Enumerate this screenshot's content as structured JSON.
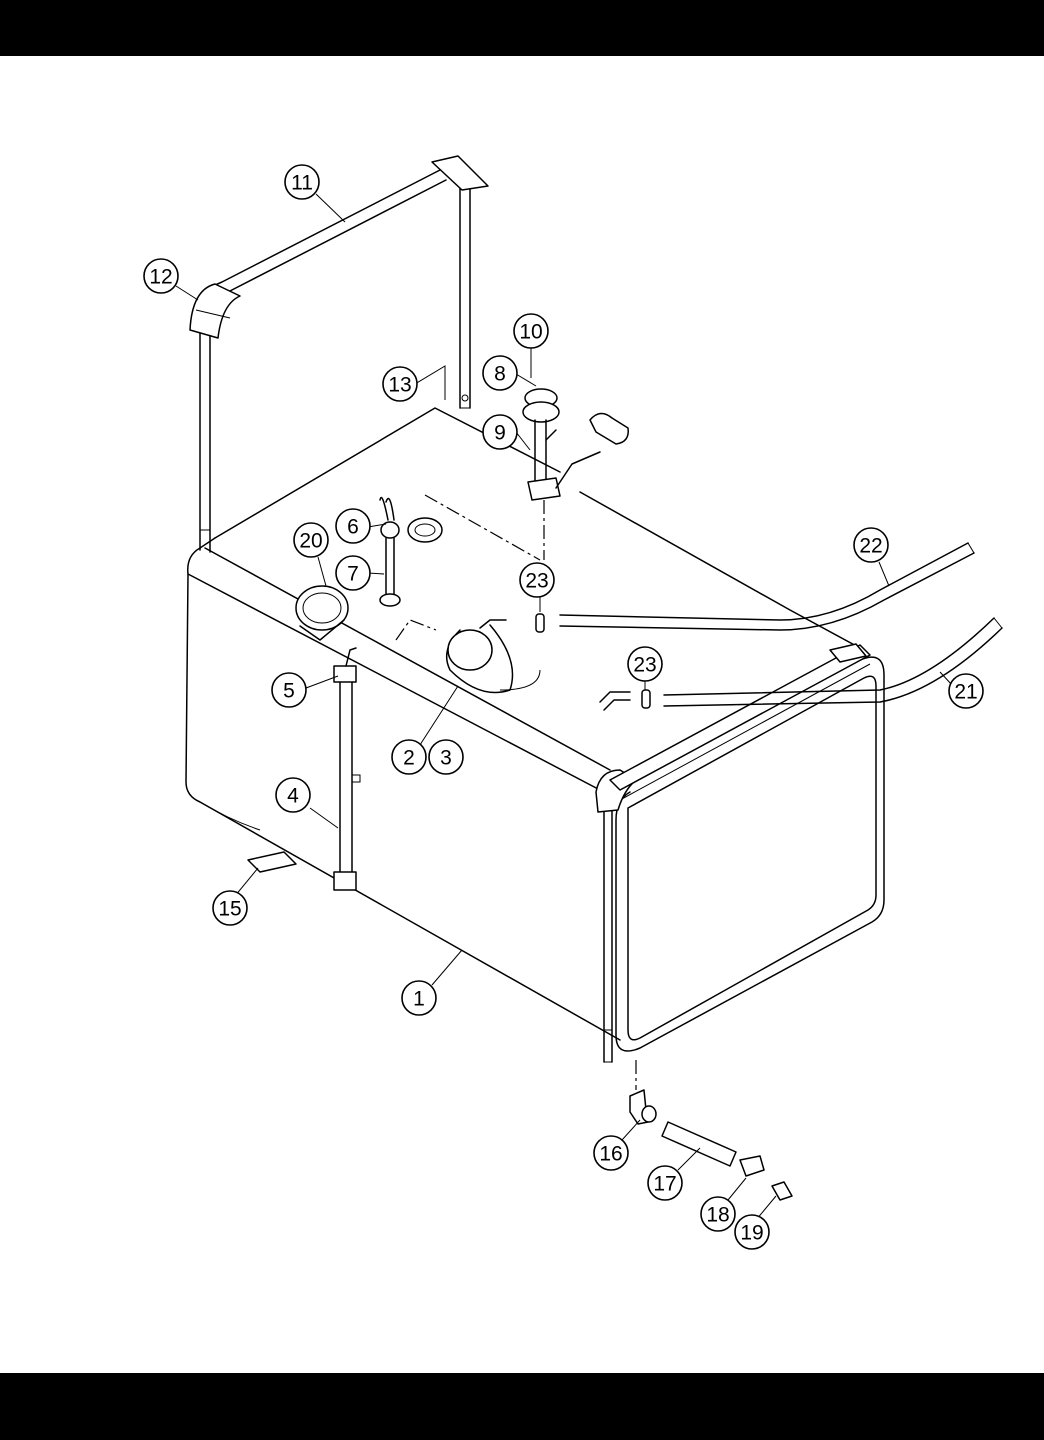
{
  "callouts": {
    "c1": "1",
    "c2": "2",
    "c3": "3",
    "c4": "4",
    "c5": "5",
    "c6": "6",
    "c7": "7",
    "c8": "8",
    "c9": "9",
    "c10": "10",
    "c11": "11",
    "c12": "12",
    "c13": "13",
    "c15": "15",
    "c16": "16",
    "c17": "17",
    "c18": "18",
    "c19": "19",
    "c20": "20",
    "c21": "21",
    "c22": "22",
    "c23a": "23",
    "c23b": "23"
  }
}
